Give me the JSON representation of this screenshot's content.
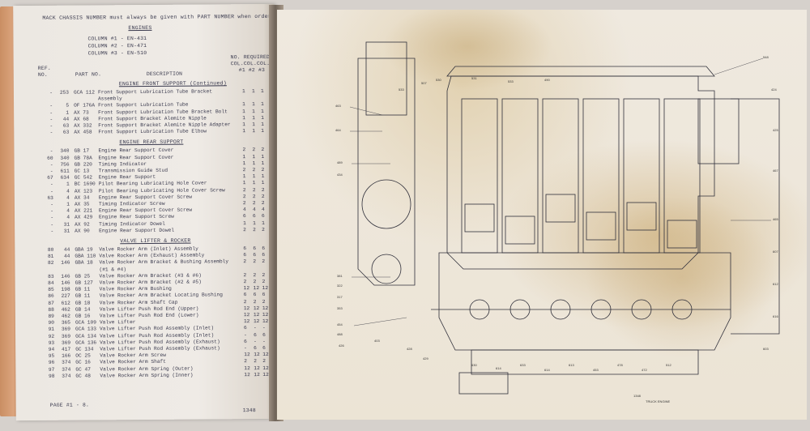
{
  "left_page": {
    "top_note": "MACK CHASSIS NUMBER must always be given with PART NUMBER when ordering",
    "section_title": "ENGINES",
    "col_models": [
      "COLUMN #1 - EN-431",
      "COLUMN #2 - EN-471",
      "COLUMN #3 - EN-510"
    ],
    "col_header_no_required": "NO. REQUIRED",
    "col_header_col": "COL.COL.COL.",
    "col_header_nums": "#1  #2  #3",
    "col_ref": "REF.",
    "col_no": "NO.",
    "col_part_no": "PART NO.",
    "col_description": "DESCRIPTION",
    "sections": [
      {
        "title": "ENGINE FRONT SUPPORT (Continued)",
        "rows": [
          {
            "ref": "-",
            "qty": "253",
            "part": "GCA 112",
            "desc": "Front Support Lubrication Tube Bracket",
            "q1": "1",
            "q2": "1",
            "q3": "1"
          },
          {
            "ref": "",
            "qty": "",
            "part": "",
            "desc": "Assembly",
            "q1": "",
            "q2": "",
            "q3": ""
          },
          {
            "ref": "-",
            "qty": "5",
            "part": "OF 176A",
            "desc": "Front Support Lubrication Tube",
            "q1": "1",
            "q2": "1",
            "q3": "1"
          },
          {
            "ref": "-",
            "qty": "1",
            "part": "AX 73",
            "desc": "Front Support Lubrication Tube Bracket Bolt",
            "q1": "1",
            "q2": "1",
            "q3": "1"
          },
          {
            "ref": "-",
            "qty": "44",
            "part": "AX 68",
            "desc": "Front Support Bracket Alemite Nipple",
            "q1": "1",
            "q2": "1",
            "q3": "1"
          },
          {
            "ref": "-",
            "qty": "63",
            "part": "AX 332",
            "desc": "Front Support Bracket Alemite Nipple Adapter",
            "q1": "1",
            "q2": "1",
            "q3": "1"
          },
          {
            "ref": "-",
            "qty": "63",
            "part": "AX 458",
            "desc": "Front Support Lubrication Tube Elbow",
            "q1": "1",
            "q2": "1",
            "q3": "1"
          }
        ]
      },
      {
        "title": "ENGINE REAR SUPPORT",
        "rows": [
          {
            "ref": "-",
            "qty": "340",
            "part": "GB 17",
            "desc": "Engine Rear Support Cover",
            "q1": "2",
            "q2": "2",
            "q3": "2"
          },
          {
            "ref": "60",
            "qty": "340",
            "part": "GB 78A",
            "desc": "Engine Rear Support Cover",
            "q1": "1",
            "q2": "1",
            "q3": "1"
          },
          {
            "ref": "-",
            "qty": "756",
            "part": "GB 220",
            "desc": "Timing Indicator",
            "q1": "1",
            "q2": "1",
            "q3": "1"
          },
          {
            "ref": "-",
            "qty": "611",
            "part": "GC 13",
            "desc": "Transmission Guide Stud",
            "q1": "2",
            "q2": "2",
            "q3": "2"
          },
          {
            "ref": "67",
            "qty": "634",
            "part": "GC 542",
            "desc": "Engine Rear Support",
            "q1": "1",
            "q2": "1",
            "q3": "1"
          },
          {
            "ref": "-",
            "qty": "1",
            "part": "BC 1690",
            "desc": "Pilot Bearing Lubricating Hole Cover",
            "q1": "1",
            "q2": "1",
            "q3": "1"
          },
          {
            "ref": "-",
            "qty": "4",
            "part": "AX 123",
            "desc": "Pilot Bearing Lubricating Hole Cover Screw",
            "q1": "2",
            "q2": "2",
            "q3": "2"
          },
          {
            "ref": "63",
            "qty": "4",
            "part": "AX 34",
            "desc": "Engine Rear Support Cover Screw",
            "q1": "2",
            "q2": "2",
            "q3": "2"
          },
          {
            "ref": "-",
            "qty": "1",
            "part": "AX 35",
            "desc": "Timing Indicator Screw",
            "q1": "2",
            "q2": "2",
            "q3": "2"
          },
          {
            "ref": "-",
            "qty": "4",
            "part": "AX 221",
            "desc": "Engine Rear Support Cover Screw",
            "q1": "4",
            "q2": "4",
            "q3": "4"
          },
          {
            "ref": "-",
            "qty": "4",
            "part": "AX 429",
            "desc": "Engine Rear Support Screw",
            "q1": "6",
            "q2": "6",
            "q3": "6"
          },
          {
            "ref": "-",
            "qty": "31",
            "part": "AX 92",
            "desc": "Timing Indicator Dowel",
            "q1": "1",
            "q2": "1",
            "q3": "1"
          },
          {
            "ref": "-",
            "qty": "31",
            "part": "AX 90",
            "desc": "Engine Rear Support Dowel",
            "q1": "2",
            "q2": "2",
            "q3": "2"
          }
        ]
      },
      {
        "title": "VALVE LIFTER & ROCKER",
        "rows": [
          {
            "ref": "80",
            "qty": "44",
            "part": "GBA 19",
            "desc": "Valve Rocker Arm (Inlet) Assembly",
            "q1": "6",
            "q2": "6",
            "q3": "6"
          },
          {
            "ref": "81",
            "qty": "44",
            "part": "GBA 110",
            "desc": "Valve Rocker Arm (Exhaust) Assembly",
            "q1": "6",
            "q2": "6",
            "q3": "6"
          },
          {
            "ref": "82",
            "qty": "146",
            "part": "GBA 18",
            "desc": "Valve Rocker Arm Bracket & Bushing Assembly",
            "q1": "2",
            "q2": "2",
            "q3": "2"
          },
          {
            "ref": "",
            "qty": "",
            "part": "",
            "desc": "(#1 & #4)",
            "q1": "",
            "q2": "",
            "q3": ""
          },
          {
            "ref": "83",
            "qty": "146",
            "part": "GB 25",
            "desc": "Valve Rocker Arm Bracket (#3 & #6)",
            "q1": "2",
            "q2": "2",
            "q3": "2"
          },
          {
            "ref": "84",
            "qty": "146",
            "part": "GB 127",
            "desc": "Valve Rocker Arm Bracket (#2 & #5)",
            "q1": "2",
            "q2": "2",
            "q3": "2"
          },
          {
            "ref": "85",
            "qty": "198",
            "part": "GB 11",
            "desc": "Valve Rocker Arm Bushing",
            "q1": "12",
            "q2": "12",
            "q3": "12"
          },
          {
            "ref": "86",
            "qty": "227",
            "part": "GB 11",
            "desc": "Valve Rocker Arm Bracket Locating Bushing",
            "q1": "6",
            "q2": "6",
            "q3": "6"
          },
          {
            "ref": "87",
            "qty": "612",
            "part": "GB 18",
            "desc": "Valve Rocker Arm Shaft Cap",
            "q1": "2",
            "q2": "2",
            "q3": "2"
          },
          {
            "ref": "88",
            "qty": "462",
            "part": "GB 14",
            "desc": "Valve Lifter Push Rod End (Upper)",
            "q1": "12",
            "q2": "12",
            "q3": "12"
          },
          {
            "ref": "89",
            "qty": "462",
            "part": "GB 16",
            "desc": "Valve Lifter Push Rod End (Lower)",
            "q1": "12",
            "q2": "12",
            "q3": "12"
          },
          {
            "ref": "90",
            "qty": "365",
            "part": "GCA 109",
            "desc": "Valve Lifter",
            "q1": "12",
            "q2": "12",
            "q3": "12"
          },
          {
            "ref": "91",
            "qty": "369",
            "part": "GCA 133",
            "desc": "Valve Lifter Push Rod Assembly (Inlet)",
            "q1": "6",
            "q2": "-",
            "q3": "-"
          },
          {
            "ref": "92",
            "qty": "369",
            "part": "GCA 134",
            "desc": "Valve Lifter Push Rod Assembly (Inlet)",
            "q1": "-",
            "q2": "6",
            "q3": "6"
          },
          {
            "ref": "93",
            "qty": "369",
            "part": "GCA 136",
            "desc": "Valve Lifter Push Rod Assembly (Exhaust)",
            "q1": "6",
            "q2": "-",
            "q3": "-"
          },
          {
            "ref": "94",
            "qty": "417",
            "part": "GC 134",
            "desc": "Valve Lifter Push Rod Assembly (Exhaust)",
            "q1": "-",
            "q2": "6",
            "q3": "6"
          },
          {
            "ref": "95",
            "qty": "166",
            "part": "OC 25",
            "desc": "Valve Rocker Arm Screw",
            "q1": "12",
            "q2": "12",
            "q3": "12"
          },
          {
            "ref": "96",
            "qty": "374",
            "part": "GC 16",
            "desc": "Valve Rocker Arm Shaft",
            "q1": "2",
            "q2": "2",
            "q3": "2"
          },
          {
            "ref": "97",
            "qty": "374",
            "part": "GC 47",
            "desc": "Valve Rocker Arm Spring (Outer)",
            "q1": "12",
            "q2": "12",
            "q3": "12"
          },
          {
            "ref": "98",
            "qty": "374",
            "part": "GC 48",
            "desc": "Valve Rocker Arm Spring (Inner)",
            "q1": "12",
            "q2": "12",
            "q3": "12"
          }
        ]
      }
    ],
    "page_footer": "PAGE #1 - 8.",
    "page_number": "1348"
  },
  "right_page": {
    "figure_number": "1348",
    "figure_caption": "TRUCK ENGINE",
    "callouts": [
      "463",
      "464",
      "489",
      "434",
      "533",
      "507",
      "530",
      "531",
      "533",
      "490",
      "381",
      "322",
      "317",
      "353",
      "454",
      "488",
      "426",
      "403",
      "428",
      "429",
      "630",
      "614",
      "633",
      "614",
      "613",
      "453",
      "478",
      "472",
      "512",
      "548",
      "424",
      "425",
      "467",
      "465",
      "607",
      "612",
      "616",
      "603"
    ],
    "colors": {
      "paper": "#efe9df",
      "ink": "#2f2f3a",
      "stain": "#d9c39c"
    }
  }
}
